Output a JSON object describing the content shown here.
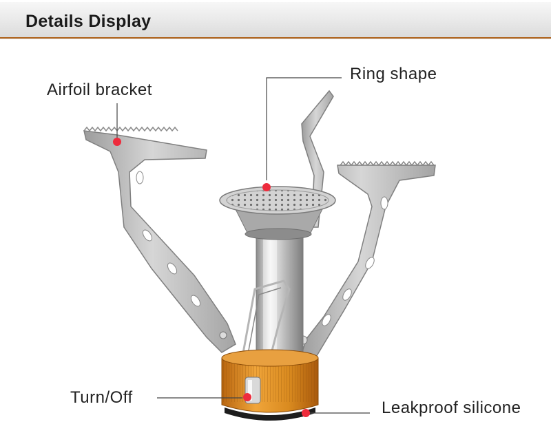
{
  "header": {
    "title": "Details Display"
  },
  "callouts": {
    "airfoil_bracket": "Airfoil bracket",
    "ring_shape": "Ring shape",
    "turn_off": "Turn/Off",
    "leakproof_silicone": "Leakproof silicone"
  },
  "colors": {
    "accent_line": "#b0641e",
    "marker_dot": "#ee2b3c",
    "steel": "#b8b8b8",
    "valve_orange": "#d98a1f"
  }
}
